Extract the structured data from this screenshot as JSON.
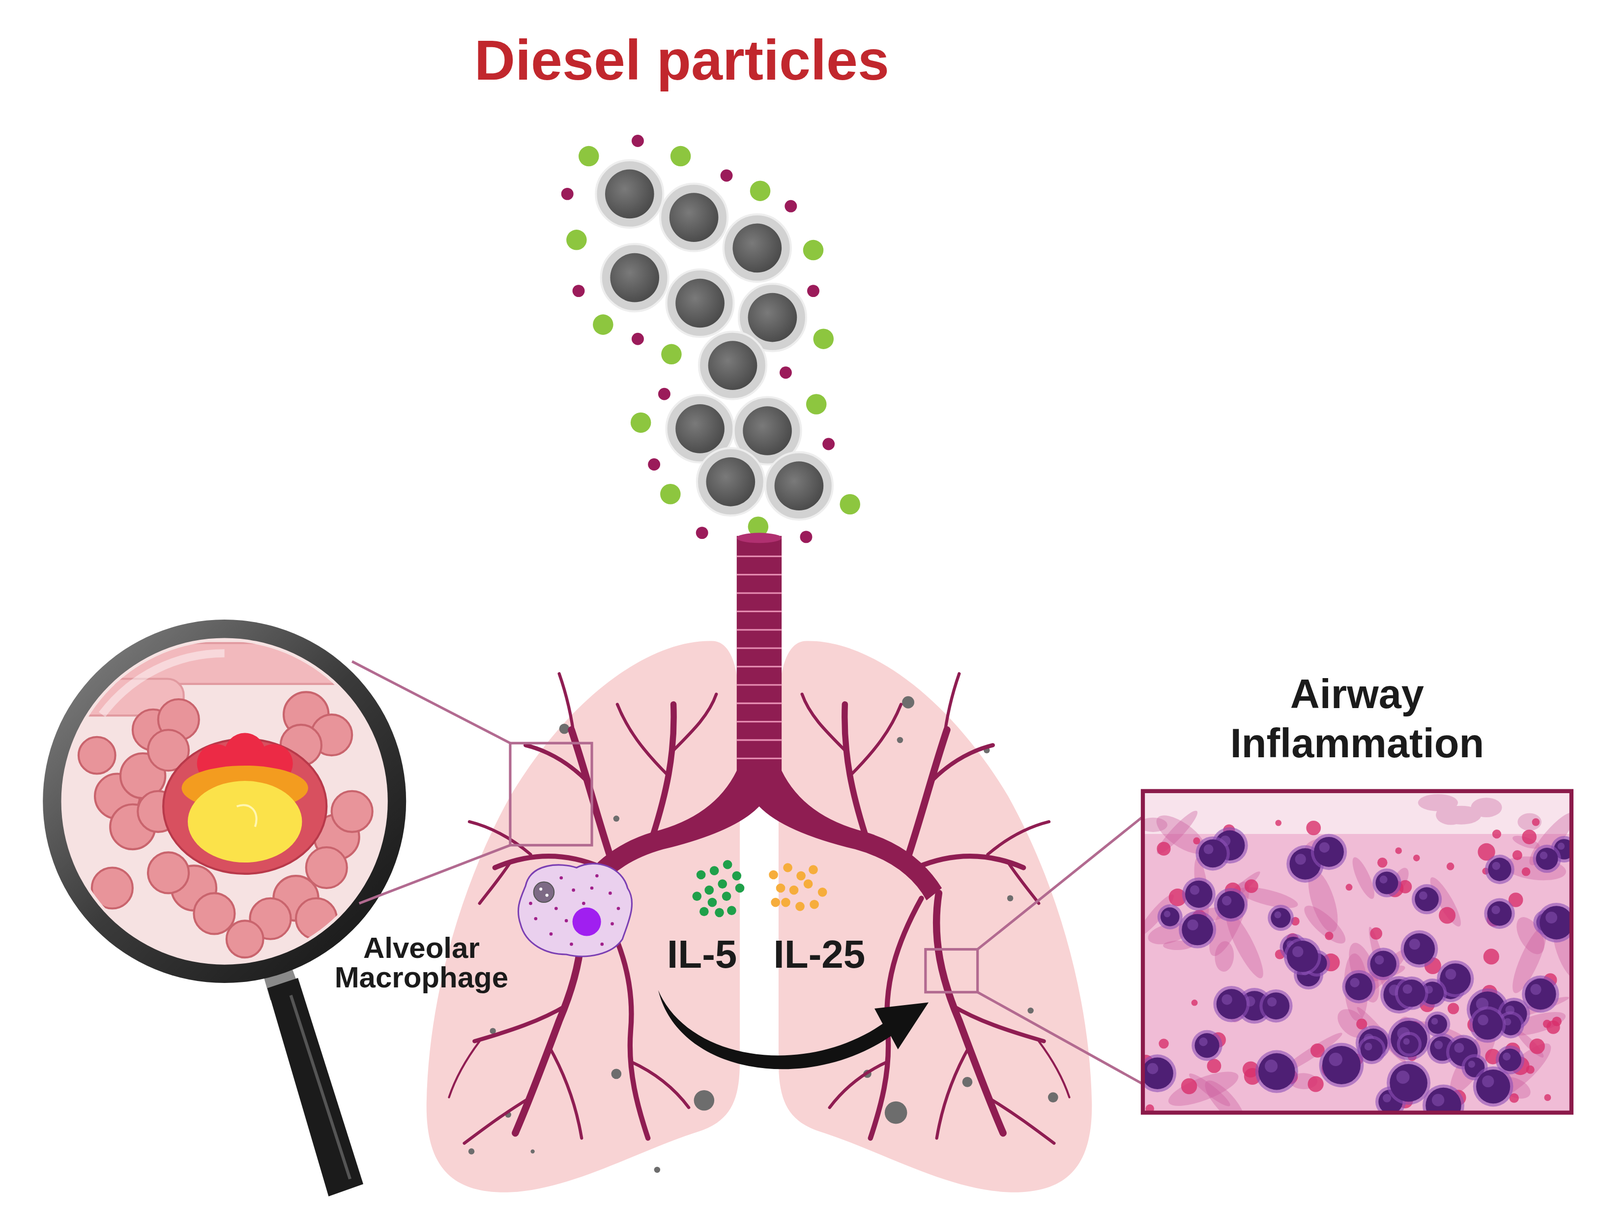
{
  "diagram": {
    "title": "Diesel particles",
    "nodes": [
      {
        "text": [
          "Alveolar Macrophage"
        ]
      },
      {
        "text": [
          "Airway Inflammation"
        ]
      }
    ],
    "labels": [
      "IL-5",
      "IL-25"
    ]
  }
}
